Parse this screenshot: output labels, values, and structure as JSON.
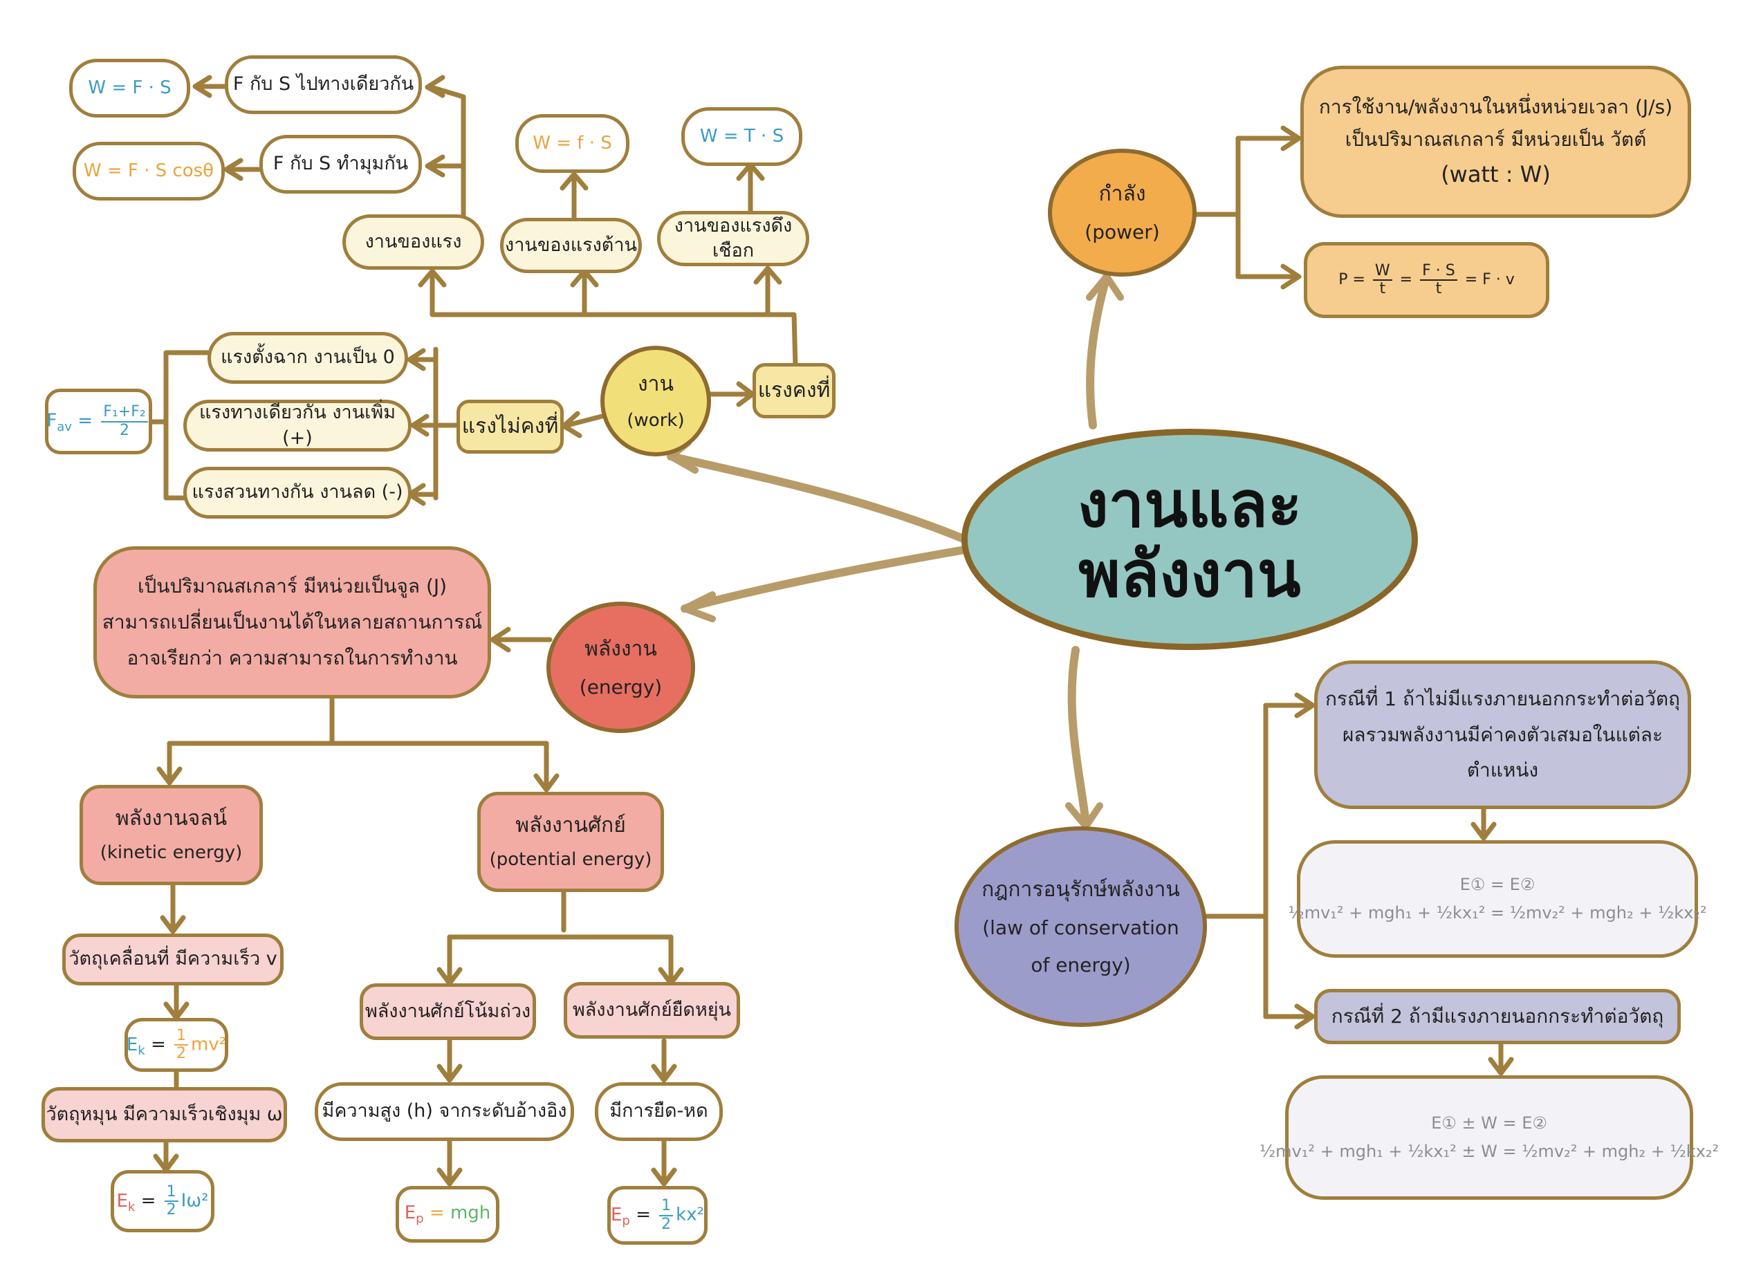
{
  "title": "งานและพลังงาน",
  "work": {
    "label": "งาน",
    "sub": "(work)",
    "constant_force": "แรงคงที่",
    "variable_force": "แรงไม่คงที่",
    "work_by_force": "งานของแรง",
    "work_by_friction": "งานของแรงต้าน",
    "work_by_tension": "งานของแรงดึงเชือก",
    "f_same_dir": "F กับ S ไปทางเดียวกัน",
    "f_angle": "F กับ S ทำมุมกัน",
    "formula_same_dir": "W = F · S",
    "formula_angle": "W = F · S cosθ",
    "formula_friction": "W = f · S",
    "formula_tension": "W = T · S",
    "perpendicular": "แรงตั้งฉาก งานเป็น 0",
    "same_direction": "แรงทางเดียวกัน งานเพิ่ม (+)",
    "opposite": "แรงสวนทางกัน งานลด (-)",
    "favg": "F",
    "favg_sub": "av",
    "favg_num": "F₁+F₂",
    "favg_den": "2"
  },
  "power": {
    "label": "กำลัง",
    "sub": "(power)",
    "desc1": "การใช้งาน/พลังงานในหนึ่งหน่วยเวลา (J/s)",
    "desc2": "เป็นปริมาณสเกลาร์ มีหน่วยเป็น วัตต์",
    "desc3": "(watt : W)",
    "formula_p": "P",
    "formula_w": "W",
    "formula_t": "t",
    "formula_fs": "F · S",
    "formula_fv": "= F · v"
  },
  "energy": {
    "label": "พลังงาน",
    "sub": "(energy)",
    "desc1": "เป็นปริมาณสเกลาร์ มีหน่วยเป็นจูล (J)",
    "desc2": "สามารถเปลี่ยนเป็นงานได้ในหลายสถานการณ์",
    "desc3": "อาจเรียกว่า ความสามารถในการทำงาน",
    "kinetic": "พลังงานจลน์",
    "kinetic_sub": "(kinetic energy)",
    "potential": "พลังงานศักย์",
    "potential_sub": "(potential energy)",
    "moving": "วัตถุเคลื่อนที่ มีความเร็ว v",
    "ek_linear_lhs": "E",
    "ek_sub": "k",
    "ek_linear_rhs": "mv²",
    "rotating": "วัตถุหมุน มีความเร็วเชิงมุม ω",
    "ek_rot_rhs": "Iω²",
    "gravity": "พลังงานศักย์โน้มถ่วง",
    "elastic": "พลังงานศักย์ยืดหยุ่น",
    "height": "มีความสูง (h) จากระดับอ้างอิง",
    "stretch": "มีการยืด-หด",
    "ep_sub": "p",
    "ep_gravity_rhs": "mgh",
    "ep_elastic_rhs": "kx²",
    "half_num": "1",
    "half_den": "2"
  },
  "conservation": {
    "label": "กฎการอนุรักษ์พลังงาน",
    "sub1": "(law of conservation",
    "sub2": "of energy)",
    "case1_a": "กรณีที่ 1 ถ้าไม่มีแรงภายนอกกระทำต่อวัตถุ",
    "case1_b": "ผลรวมพลังงานมีค่าคงตัวเสมอในแต่ละ",
    "case1_c": "ตำแหน่ง",
    "case1_formula1": "E① = E②",
    "case1_formula2": "½mv₁² + mgh₁ + ½kx₁² = ½mv₂² + mgh₂ + ½kx₂²",
    "case2": "กรณีที่ 2 ถ้ามีแรงภายนอกกระทำต่อวัตถุ",
    "case2_formula1": "E① ± W = E②",
    "case2_formula2": "½mv₁² + mgh₁ + ½kx₁² ± W = ½mv₂² + mgh₂ + ½kx₂²"
  },
  "colors": {
    "brown": "#a07e3c",
    "teal": "#94c7c1",
    "yellow": "#f1df79",
    "orange": "#f2ac4c",
    "red": "#e76f62",
    "lavender": "#9c9ccb"
  }
}
